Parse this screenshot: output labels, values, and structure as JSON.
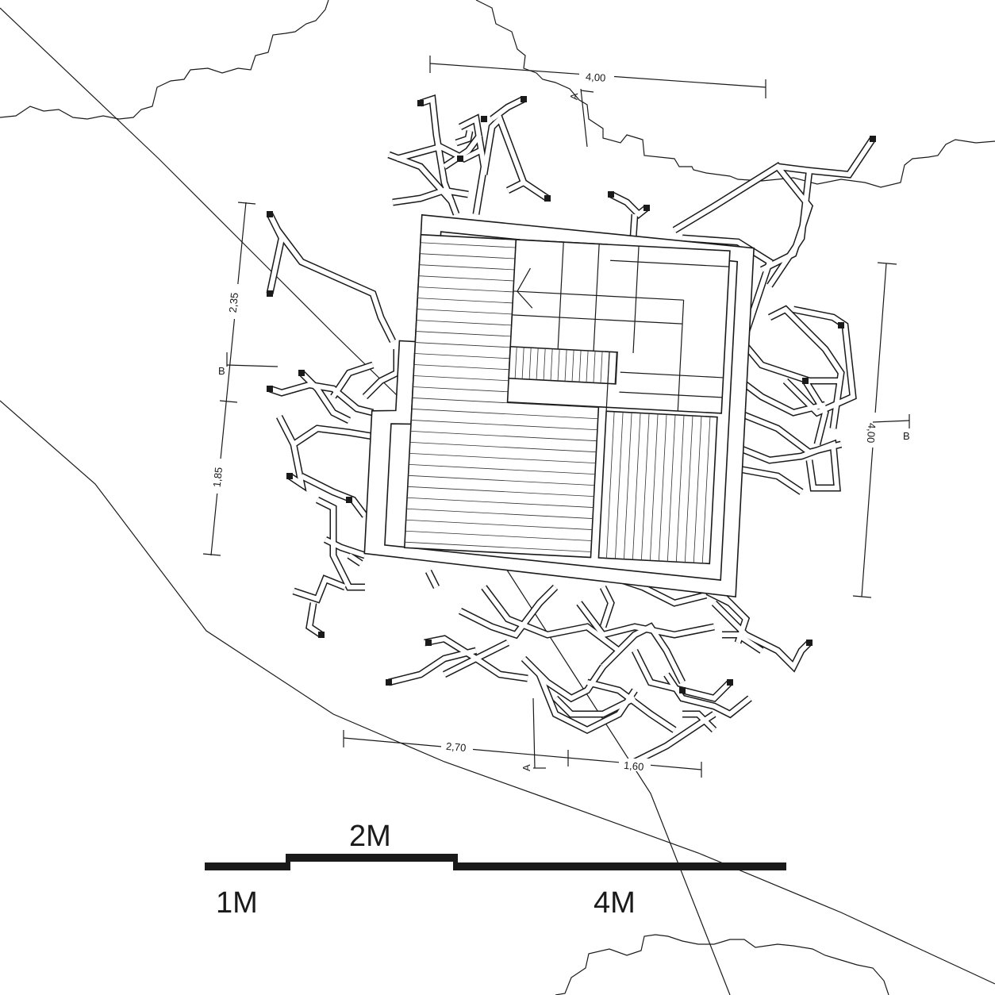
{
  "dimensions": {
    "top_width": "4,00",
    "right_height": "4,00",
    "left_upper": "2,35",
    "left_lower": "1,85",
    "bottom_left": "2,70",
    "bottom_right": "1,60"
  },
  "section_markers": {
    "a_top": "A",
    "a_bottom": "A",
    "b_left": "B",
    "b_right": "B"
  },
  "scale_bar": {
    "label_1m": "1M",
    "label_2m": "2M",
    "label_4m": "4M"
  }
}
